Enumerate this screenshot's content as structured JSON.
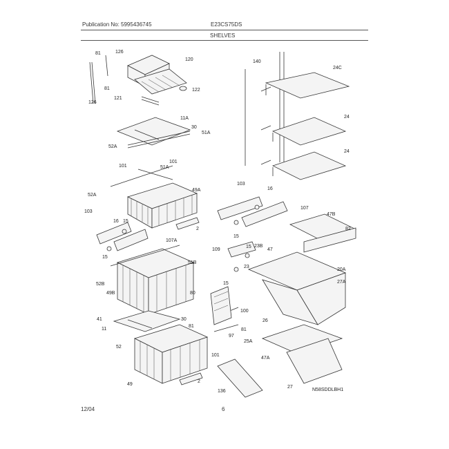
{
  "header": {
    "publication": "Publication No: 5995436745",
    "model": "E23CS75DS",
    "section": "SHELVES"
  },
  "footer": {
    "date": "12/04",
    "page": "6"
  },
  "drawing_code": "N58SDDLBH1",
  "callouts": {
    "c81a": "81",
    "c126a": "126",
    "c120": "120",
    "c81b": "81",
    "c122": "122",
    "c126b": "126",
    "c121": "121",
    "c11a": "11A",
    "c30a": "30",
    "c51a_a": "51A",
    "c52a": "52A",
    "c101a": "101",
    "c51a_b": "51A",
    "c101b": "101",
    "c52a_b": "52A",
    "c49a": "49A",
    "c103a": "103",
    "c16a": "16",
    "c15a": "15",
    "c2a": "2",
    "c107a": "107A",
    "c15b": "15",
    "c51b": "51B",
    "c52b": "52B",
    "c49b": "49B",
    "c80": "80",
    "c41": "41",
    "c11": "11",
    "c30b": "30",
    "c81c": "81",
    "c52": "52",
    "c101c": "101",
    "c49": "49",
    "c2b": "2",
    "c140": "140",
    "c24c": "24C",
    "c24a": "24",
    "c24b": "24",
    "c103b": "103",
    "c16b": "16",
    "c107": "107",
    "c47b": "47B",
    "c82": "82",
    "c15c": "15",
    "c109": "109",
    "c15d": "15",
    "c23b": "23B",
    "c47": "47",
    "c23": "23",
    "c15e": "15",
    "c20a": "20A",
    "c27a": "27A",
    "c100": "100",
    "c26": "26",
    "c81d": "81",
    "c25a": "25A",
    "c47a": "47A",
    "c97": "97",
    "c136": "136",
    "c27": "27"
  }
}
